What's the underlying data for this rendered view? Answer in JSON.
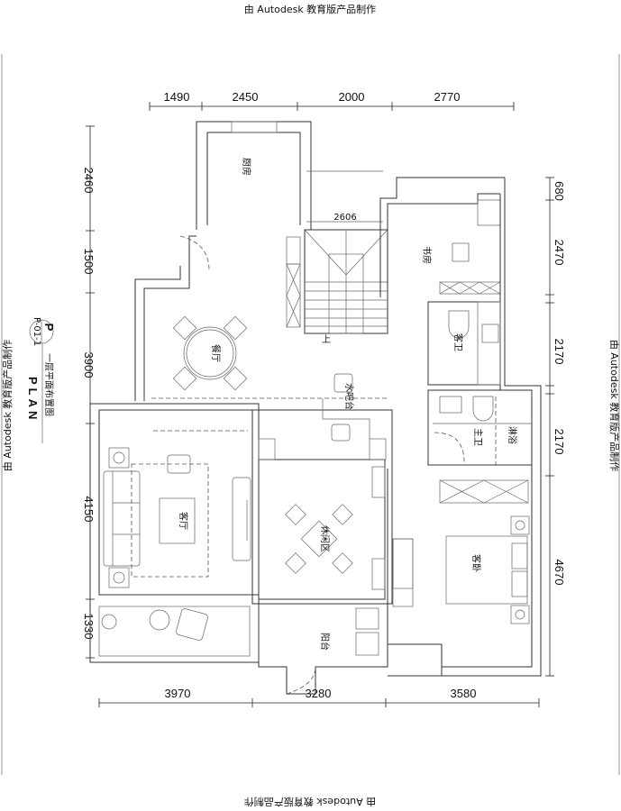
{
  "watermark": "由 Autodesk 教育版产品制作",
  "title_block": {
    "symbol": "P",
    "sheet_no": "P-01-1",
    "title_cn": "一层平面布置图",
    "title_en": "PLAN"
  },
  "dimensions": {
    "top": [
      "1490",
      "2450",
      "2000",
      "2770"
    ],
    "left": [
      "2460",
      "1500",
      "3900",
      "4150",
      "1330"
    ],
    "right": [
      "680",
      "2470",
      "2170",
      "2170",
      "4670"
    ],
    "bottom": [
      "3970",
      "3280",
      "3580"
    ],
    "corridor": "2606"
  },
  "rooms": {
    "kitchen": "厨房",
    "study": "书房",
    "guest_bath": "客卫",
    "master_bath": "主卫",
    "shower": "淋浴",
    "dining": "餐厅",
    "water_bar": "水吧台",
    "living": "客厅",
    "leisure": "休闲区",
    "guest_bedroom": "客卧",
    "balcony": "阳台",
    "stairs_up": "上"
  }
}
